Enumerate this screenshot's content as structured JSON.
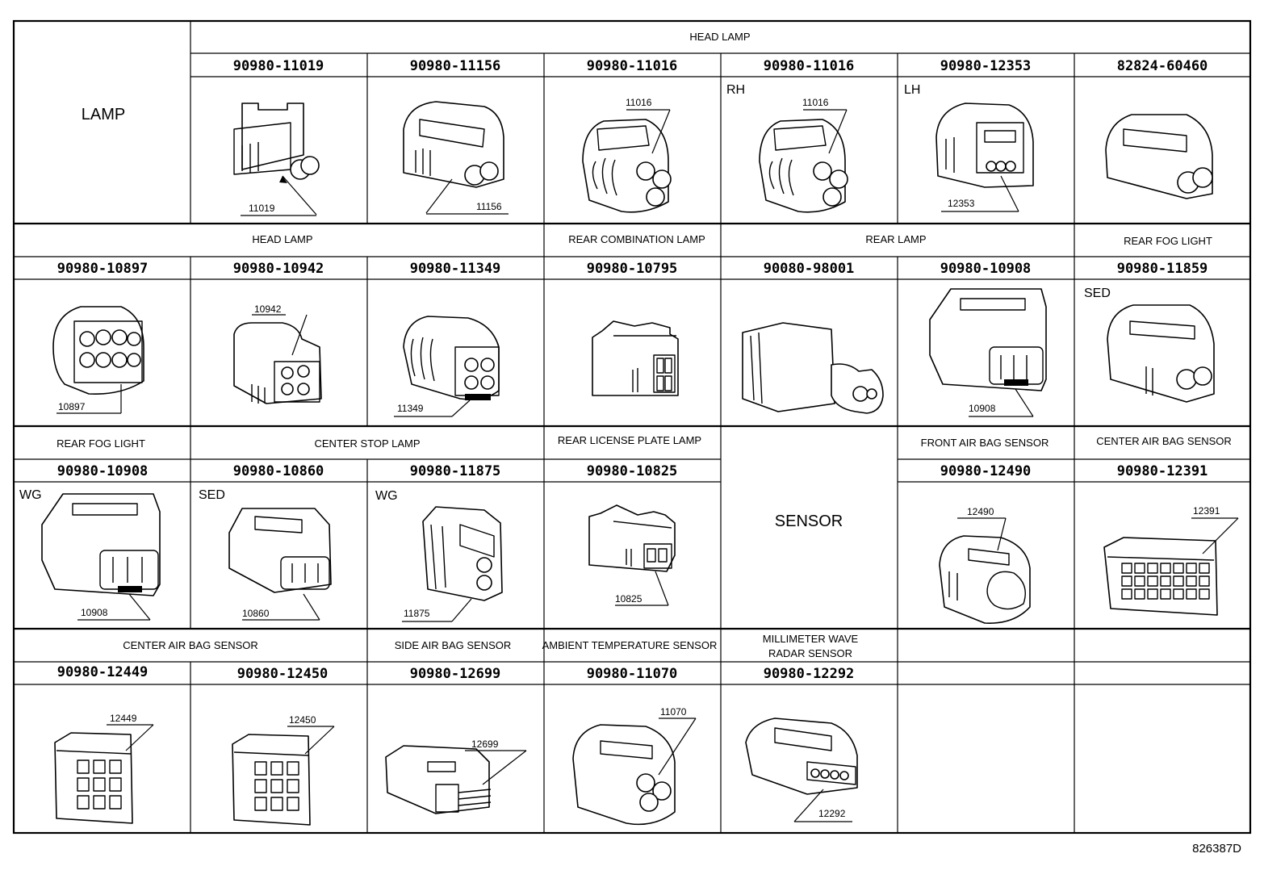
{
  "diagram_id": "826387D",
  "row1": {
    "section_label": "LAMP",
    "group_header": "HEAD LAMP",
    "cells": [
      {
        "part": "90980-11019",
        "callout": "11019",
        "tag": ""
      },
      {
        "part": "90980-11156",
        "callout": "11156",
        "tag": ""
      },
      {
        "part": "90980-11016",
        "callout": "11016",
        "tag": ""
      },
      {
        "part": "90980-11016",
        "callout": "11016",
        "tag": "RH"
      },
      {
        "part": "90980-12353",
        "callout": "12353",
        "tag": "LH"
      },
      {
        "part": "82824-60460",
        "callout": "",
        "tag": ""
      }
    ]
  },
  "row2": {
    "headers": [
      "HEAD LAMP",
      "REAR COMBINATION LAMP",
      "REAR LAMP",
      "REAR FOG LIGHT"
    ],
    "cells": [
      {
        "part": "90980-10897",
        "callout": "10897",
        "tag": ""
      },
      {
        "part": "90980-10942",
        "callout": "10942",
        "tag": ""
      },
      {
        "part": "90980-11349",
        "callout": "11349",
        "tag": ""
      },
      {
        "part": "90980-10795",
        "callout": "",
        "tag": ""
      },
      {
        "part": "90080-98001",
        "callout": "",
        "tag": ""
      },
      {
        "part": "90980-10908",
        "callout": "10908",
        "tag": ""
      },
      {
        "part": "90980-11859",
        "callout": "",
        "tag": "SED"
      }
    ]
  },
  "row3": {
    "headers": [
      "REAR FOG LIGHT",
      "CENTER STOP LAMP",
      "REAR LICENSE PLATE LAMP",
      "FRONT AIR BAG SENSOR",
      "CENTER AIR BAG SENSOR"
    ],
    "section_label": "SENSOR",
    "cells": [
      {
        "part": "90980-10908",
        "callout": "10908",
        "tag": "WG"
      },
      {
        "part": "90980-10860",
        "callout": "10860",
        "tag": "SED"
      },
      {
        "part": "90980-11875",
        "callout": "11875",
        "tag": "WG"
      },
      {
        "part": "90980-10825",
        "callout": "10825",
        "tag": ""
      },
      {
        "part": "90980-12490",
        "callout": "12490",
        "tag": ""
      },
      {
        "part": "90980-12391",
        "callout": "12391",
        "tag": ""
      }
    ]
  },
  "row4": {
    "headers": [
      "CENTER AIR BAG SENSOR",
      "SIDE AIR BAG SENSOR",
      "AMBIENT TEMPERATURE SENSOR",
      "MILLIMETER WAVE",
      "RADAR SENSOR"
    ],
    "cells": [
      {
        "part": "90980-12449",
        "callout": "12449",
        "tag": ""
      },
      {
        "part": "90980-12450",
        "callout": "12450",
        "tag": ""
      },
      {
        "part": "90980-12699",
        "callout": "12699",
        "tag": ""
      },
      {
        "part": "90980-11070",
        "callout": "11070",
        "tag": ""
      },
      {
        "part": "90980-12292",
        "callout": "12292",
        "tag": ""
      }
    ]
  }
}
